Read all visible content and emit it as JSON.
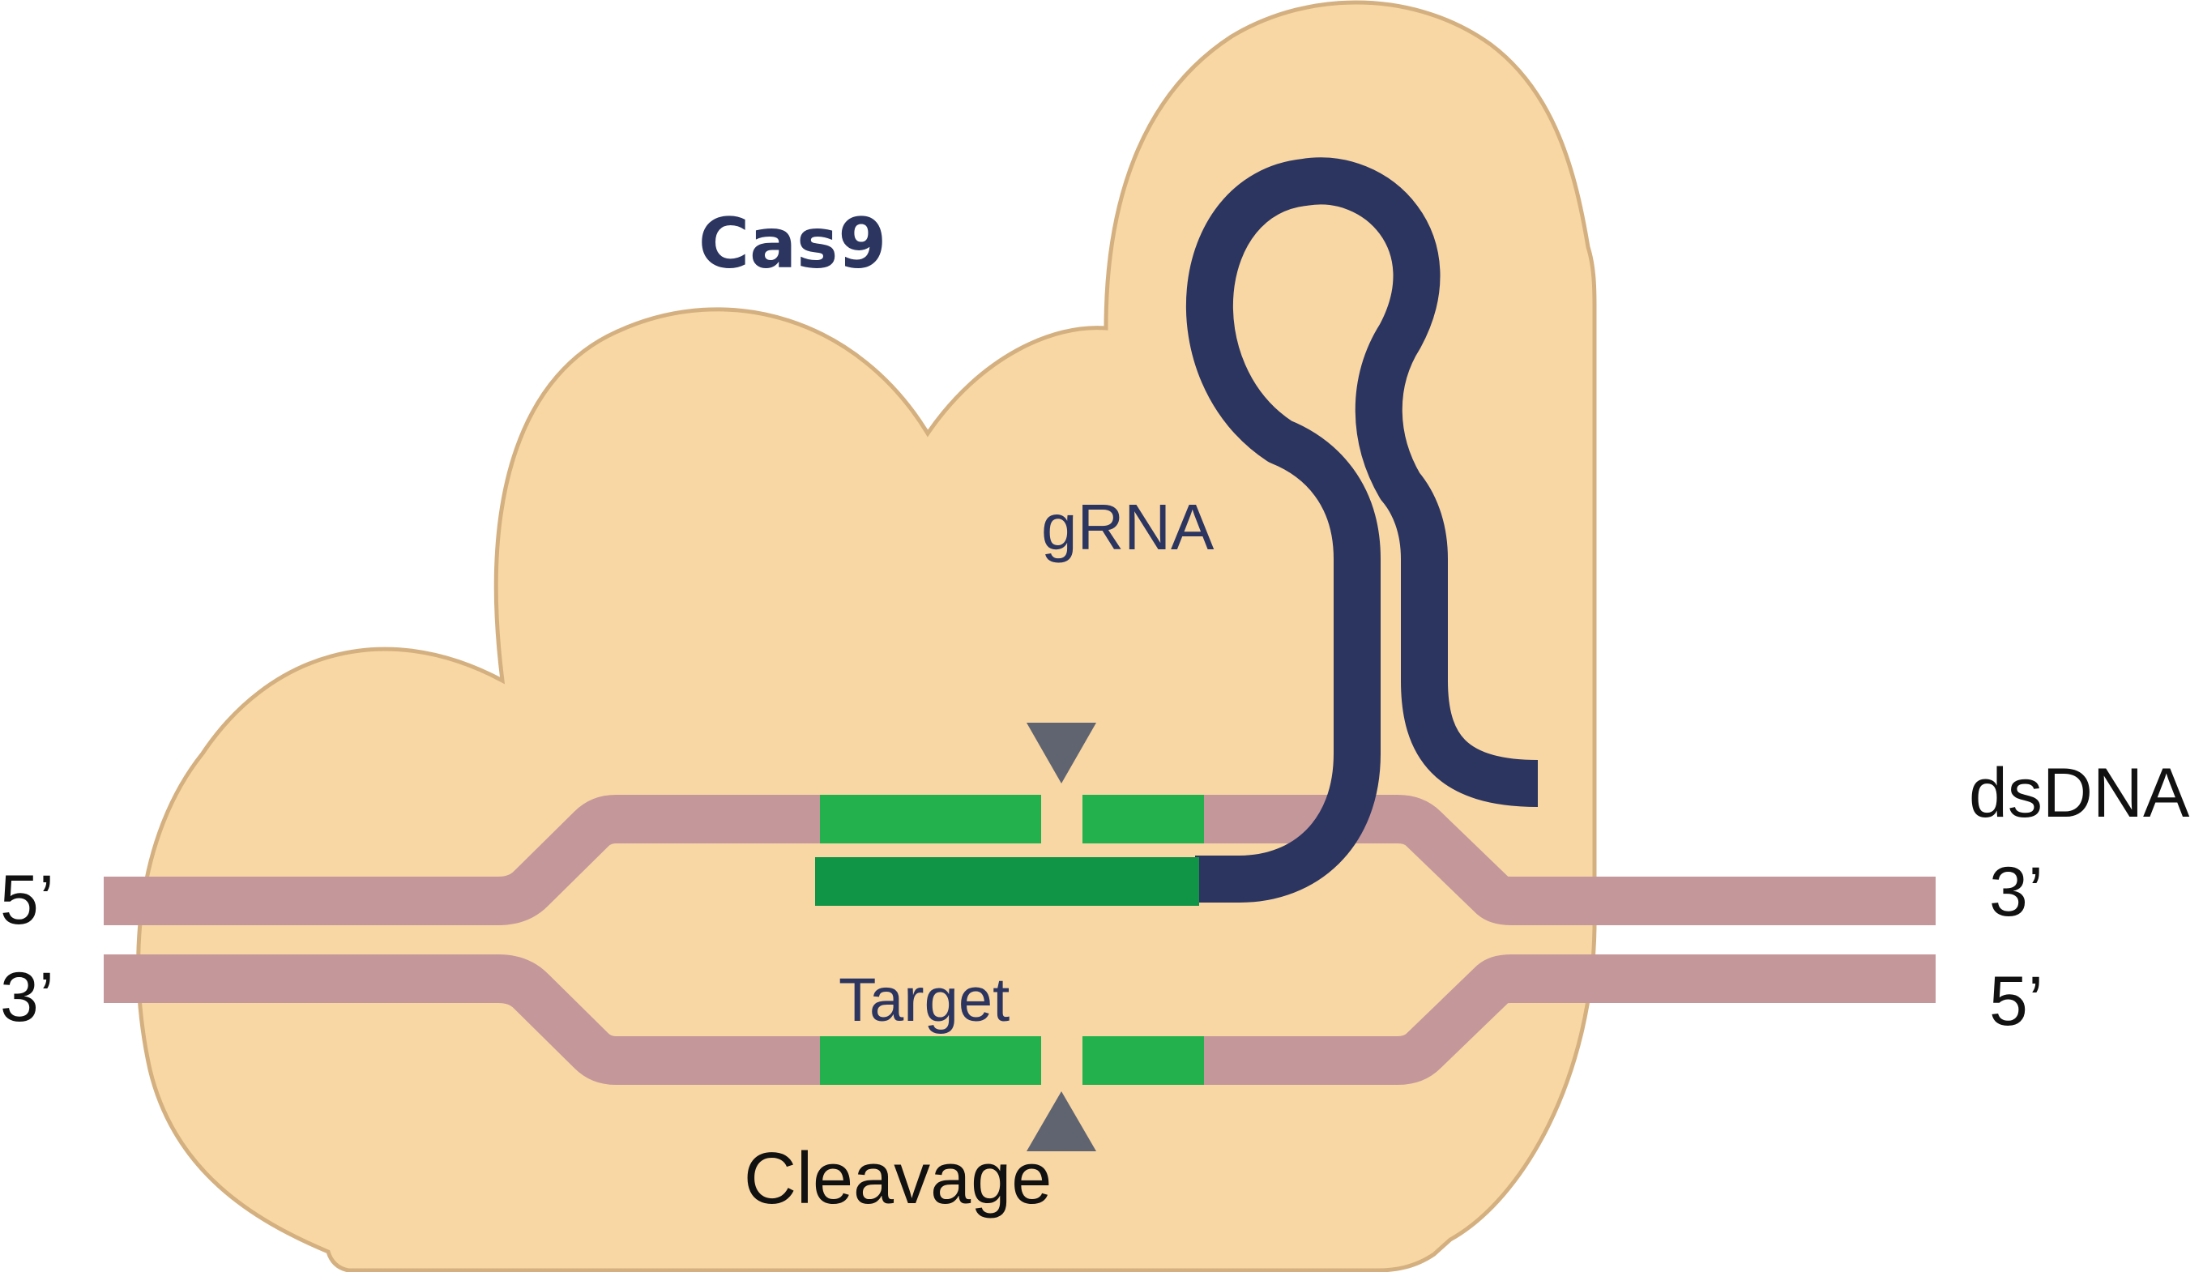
{
  "labels": {
    "protein": "Cas9",
    "guide_rna": "gRNA",
    "dna": "dsDNA",
    "target": "Target",
    "cleavage": "Cleavage",
    "top_left_end": "5’",
    "bottom_left_end": "3’",
    "top_right_end": "3’",
    "bottom_right_end": "5’"
  },
  "colors": {
    "protein_fill": "#f9d7a4",
    "protein_outline": "#d4b080",
    "dna_strand": "#c4979b",
    "target_light": "#22b14c",
    "target_dark": "#109445",
    "rna": "#2b3560",
    "cleavage_marker": "#5f6470",
    "text_dark": "#111111",
    "text_navy": "#2b3560"
  },
  "icons": {
    "cleavage_top": "triangle-down-icon",
    "cleavage_bottom": "triangle-up-icon"
  }
}
